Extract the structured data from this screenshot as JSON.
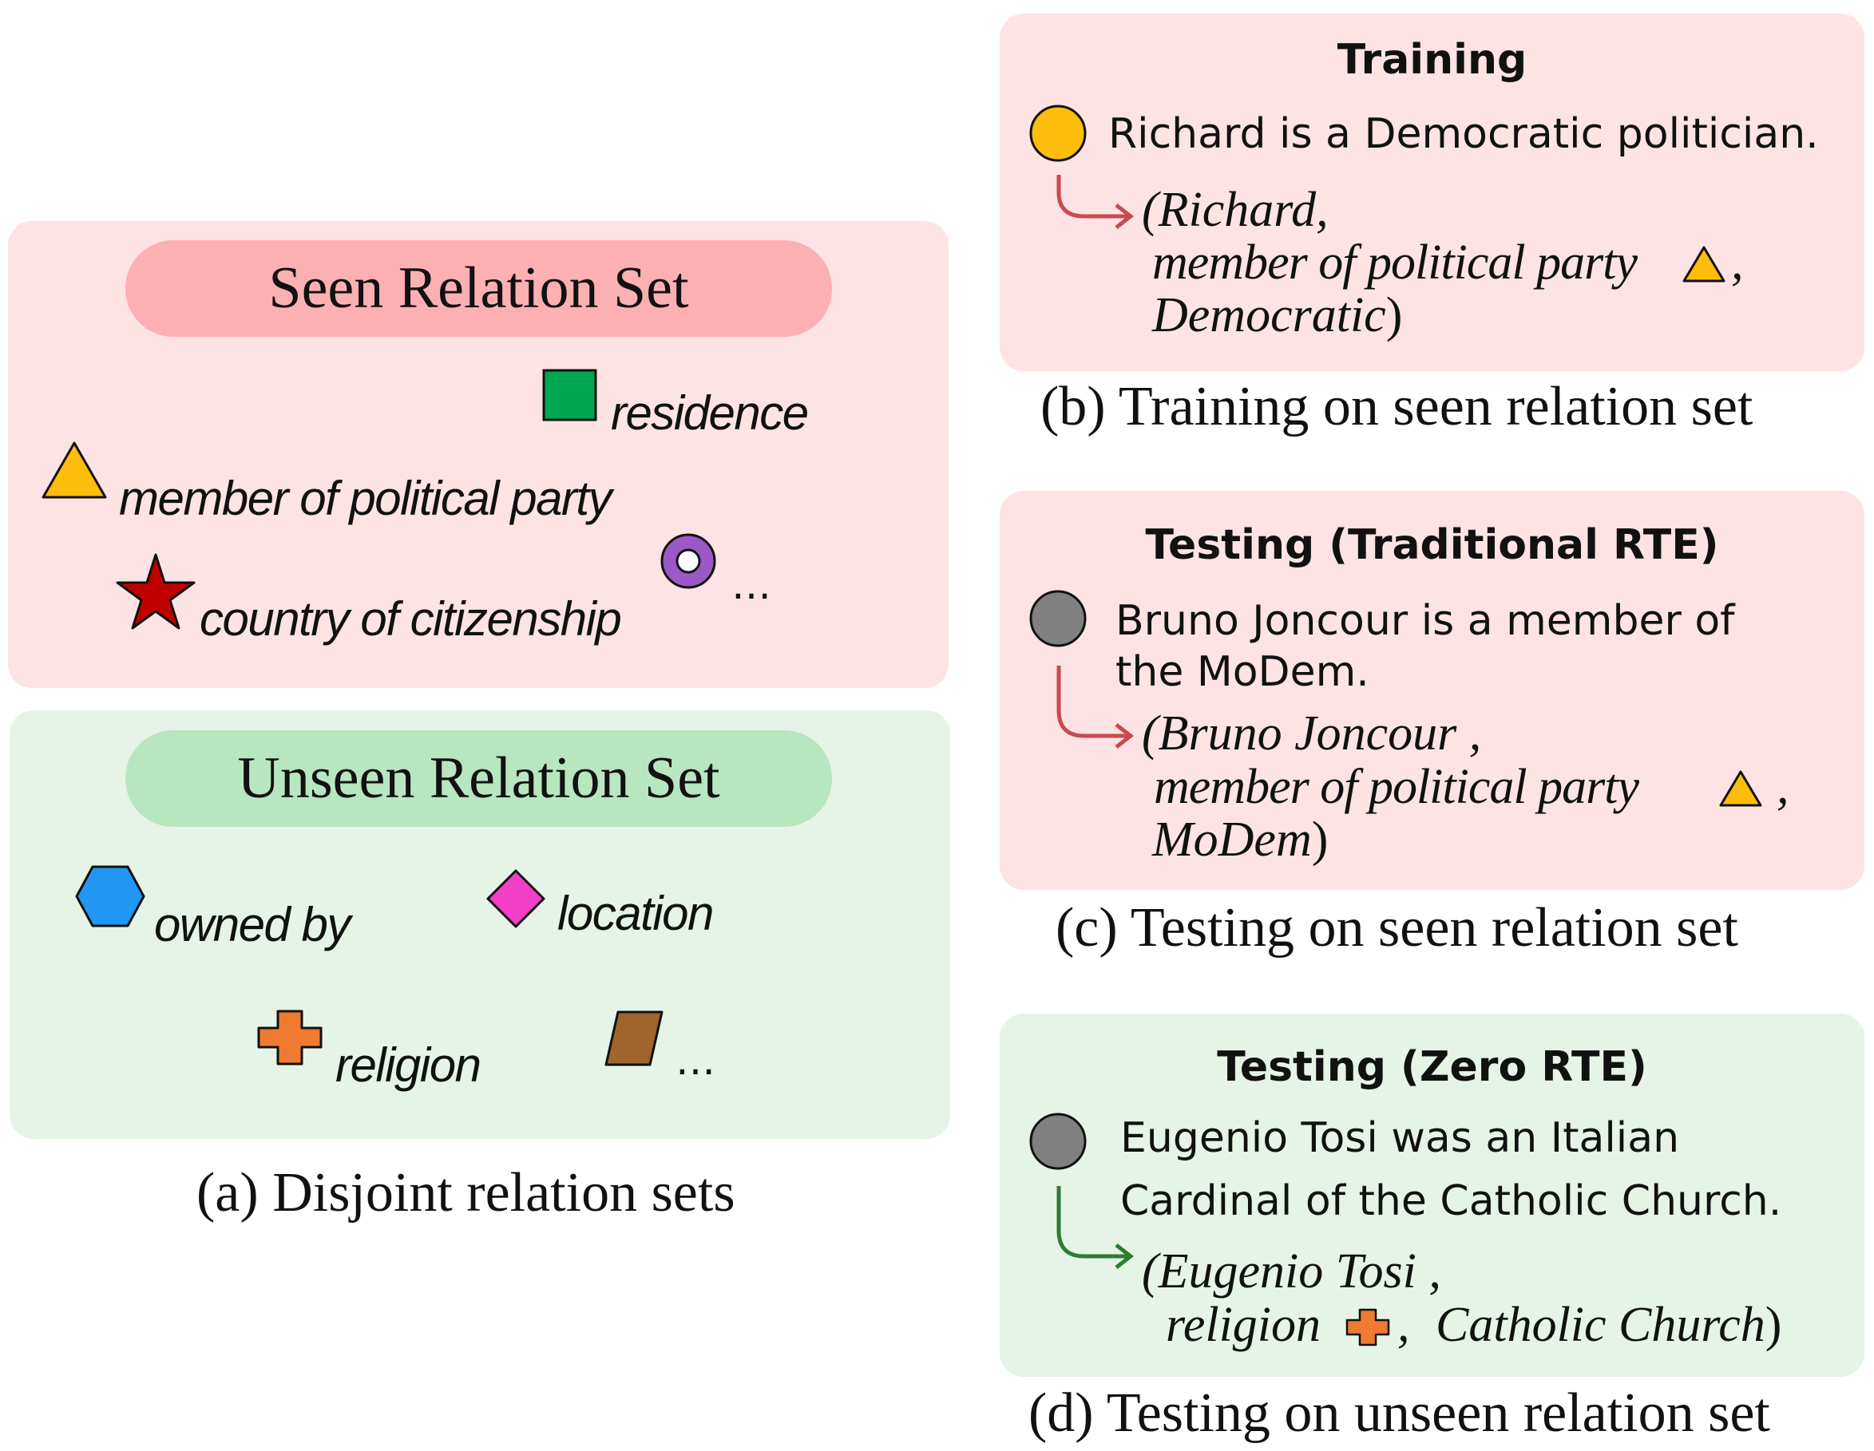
{
  "seen": {
    "title": "Seen Relation Set",
    "relations": [
      "residence",
      "member of political party",
      "country of citizenship"
    ],
    "ellipsis": "…"
  },
  "unseen": {
    "title": "Unseen Relation Set",
    "relations": [
      "owned by",
      "location",
      "religion"
    ],
    "ellipsis": "…"
  },
  "captions": {
    "a": "(a) Disjoint relation sets",
    "b": "(b) Training on seen relation set",
    "c": "(c) Testing on seen relation set",
    "d": "(d) Testing on unseen relation set"
  },
  "training": {
    "title": "Training",
    "sentence": "Richard is a Democratic politician.",
    "triple": {
      "head": "(Richard,",
      "relation": "member of political party",
      "tail": "Democratic",
      "close": ")",
      "comma": ","
    }
  },
  "testing_traditional": {
    "title": "Testing (Traditional RTE)",
    "sentence_line1": "Bruno Joncour is a member of",
    "sentence_line2": "the MoDem.",
    "triple": {
      "head": "(Bruno Joncour ,",
      "relation": "member of political party",
      "tail": "MoDem",
      "close": ")",
      "comma": ","
    }
  },
  "testing_zero": {
    "title": "Testing (Zero RTE)",
    "sentence_line1": "Eugenio Tosi was an Italian",
    "sentence_line2": "Cardinal of the Catholic Church.",
    "triple": {
      "head": "(Eugenio Tosi ,",
      "relation": "religion",
      "comma": ",",
      "tail": "Catholic Church",
      "close": ")"
    }
  },
  "colors": {
    "pink_panel": "#fde3e4",
    "green_panel": "#e5f4e6",
    "pink_pill": "#fdb0b2",
    "green_pill": "#b8e6bf",
    "triangle": "#fcbe0a",
    "square": "#00a650",
    "star": "#c00000",
    "ring": "#9b59c8",
    "hexagon": "#2196f3",
    "diamond": "#f23fc6",
    "cross": "#ef7b30",
    "parallelogram": "#a0652a",
    "circle_yellow": "#fcbe0a",
    "circle_gray": "#808080",
    "arrow_red": "#c94a4f",
    "arrow_green": "#2e7d32"
  }
}
